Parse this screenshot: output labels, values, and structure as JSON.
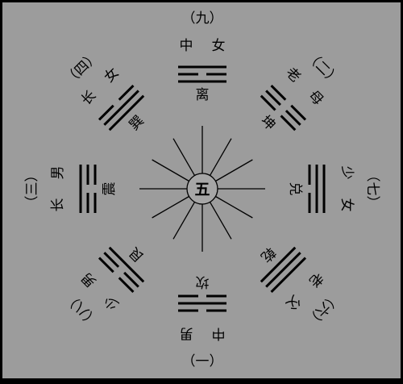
{
  "diagram": {
    "center": {
      "numeral": "五"
    },
    "trigrams": [
      {
        "key": "li",
        "position": "top",
        "number": "（九）",
        "role": [
          "中",
          "女"
        ],
        "name": "离",
        "lines": [
          "solid",
          "broken",
          "solid"
        ]
      },
      {
        "key": "kun",
        "position": "top-right",
        "number": "（二）",
        "role": [
          "老",
          "母"
        ],
        "name": "坤",
        "lines": [
          "broken",
          "broken",
          "broken"
        ]
      },
      {
        "key": "dui",
        "position": "right",
        "number": "（七）",
        "role": [
          "少",
          "女"
        ],
        "name": "兑",
        "lines": [
          "broken",
          "solid",
          "solid"
        ]
      },
      {
        "key": "qian",
        "position": "bottom-right",
        "number": "（六）",
        "role": [
          "老",
          "父"
        ],
        "name": "乾",
        "lines": [
          "solid",
          "solid",
          "solid"
        ]
      },
      {
        "key": "kan",
        "position": "bottom",
        "number": "（一）",
        "role": [
          "中",
          "男"
        ],
        "name": "坎",
        "lines": [
          "broken",
          "solid",
          "broken"
        ]
      },
      {
        "key": "gen",
        "position": "bottom-left",
        "number": "（八）",
        "role": [
          "少",
          "男"
        ],
        "name": "艮",
        "lines": [
          "solid",
          "broken",
          "broken"
        ]
      },
      {
        "key": "zhen",
        "position": "left",
        "number": "（三）",
        "role": [
          "长",
          "男"
        ],
        "name": "震",
        "lines": [
          "broken",
          "broken",
          "solid"
        ]
      },
      {
        "key": "xun",
        "position": "top-left",
        "number": "（四）",
        "role": [
          "长",
          "女"
        ],
        "name": "巽",
        "lines": [
          "solid",
          "solid",
          "broken"
        ]
      }
    ]
  },
  "colors": {
    "background": "#9c9c9c",
    "frame": "#000000",
    "ink": "#000000",
    "center_fill": "#a6a6a6"
  }
}
